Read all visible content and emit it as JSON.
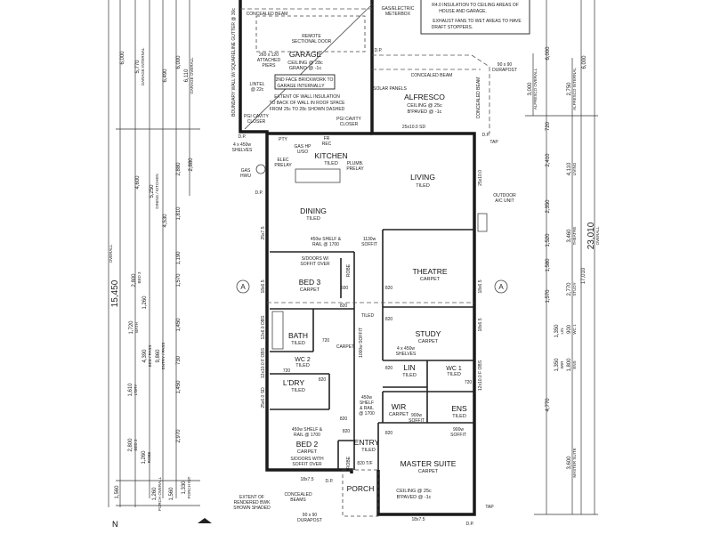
{
  "notes_box": {
    "lines": [
      "R4.0 INSULATION TO CEILING AREAS OF",
      "HOUSE AND GARAGE.",
      "EXHAUST FANS TO WET AREAS TO HAVE",
      "DRAFT STOPPERS."
    ]
  },
  "rooms": {
    "garage": {
      "name": "GARAGE",
      "l1": "CEILING @ 28c",
      "l2": "GRANO @ -1c"
    },
    "alfresco": {
      "name": "ALFRESCO",
      "l1": "CEILING @ 25c",
      "l2": "B'PAVED @ -1c"
    },
    "kitchen": {
      "name": "KITCHEN",
      "l1": "TILED"
    },
    "living": {
      "name": "LIVING",
      "l1": "TILED"
    },
    "dining": {
      "name": "DINING",
      "l1": "TILED"
    },
    "bed3": {
      "name": "BED 3",
      "l1": "CARPET"
    },
    "theatre": {
      "name": "THEATRE",
      "l1": "CARPET"
    },
    "study": {
      "name": "STUDY",
      "l1": "CARPET"
    },
    "bath": {
      "name": "BATH",
      "l1": "TILED"
    },
    "wc2": {
      "name": "WC 2",
      "l1": "TILED"
    },
    "ldry": {
      "name": "L'DRY",
      "l1": "TILED"
    },
    "lin": {
      "name": "LIN",
      "l1": "TILED"
    },
    "wc1": {
      "name": "WC 1",
      "l1": "TILED"
    },
    "wir": {
      "name": "WIR",
      "l1": "CARPET"
    },
    "ens": {
      "name": "ENS",
      "l1": "TILED"
    },
    "bed2": {
      "name": "BED 2",
      "l1": "CARPET"
    },
    "entry": {
      "name": "ENTRY",
      "l1": "TILED"
    },
    "master": {
      "name": "MASTER SUITE",
      "l1": "CARPET",
      "l2": "CEILING @ 25c",
      "l3": "B'PAVED @ -1c"
    },
    "porch": {
      "name": "PORCH"
    }
  },
  "annotations": {
    "concealed_beam": "CONCEALED BEAM",
    "gas_meter": [
      "GAS/ELECTRIC",
      "METERBOX"
    ],
    "remote_door": [
      "REMOTE",
      "SECTIONAL DOOR"
    ],
    "piers": [
      "260 x 120",
      "ATTACHED",
      "PIERS"
    ],
    "second_face": [
      "2ND FACE BRICKWORK TO",
      "GARAGE INTERNALLY"
    ],
    "lintel": [
      "LINTEL",
      "@ 22c"
    ],
    "insulation": [
      "EXTENT OF WALL INSULATION",
      "TO BACK OF WALL IN ROOF SPACE",
      "FROM 25c TO 28c SHOWN DASHED"
    ],
    "pgi_left": [
      "PGI CAVITY",
      "CLOSER"
    ],
    "pgi_right": [
      "PGI CAVITY",
      "CLOSER"
    ],
    "boundary_wall": "BOUNDARY WALL W/ SQUARELINE GUTTER @ 30c",
    "solar": "SOLAR PANELS",
    "durapost_top": [
      "90 x 90",
      "DURAPOST"
    ],
    "concealed_beam_v": "CONCEALED BEAM",
    "window_alfresco": "25x10.0 SD",
    "dp": "D.P.",
    "tap": "TAP",
    "shelves": [
      "4 x 450w",
      "SHELVES"
    ],
    "pty": "PTY",
    "fr_rec": [
      "FR",
      "REC"
    ],
    "gas_hp": [
      "GAS HP",
      "U/SO"
    ],
    "elec_prelay": [
      "ELEC",
      "PRELAY"
    ],
    "plumb_prelay": [
      "PLUMB.",
      "PRELAY"
    ],
    "gas_hwu": [
      "GAS",
      "HWU"
    ],
    "outdoor_ac": [
      "OUTDOOR",
      "A/C UNIT"
    ],
    "shelf_rail_bed3": [
      "450w SHELF &",
      "RAIL @ 1700"
    ],
    "soffit_1130": [
      "1130w",
      "SOFFIT"
    ],
    "sdoors_bed3": [
      "S/DOORS W/",
      "SOFFIT OVER"
    ],
    "robe": "ROBE",
    "section_a": "A",
    "tiled": "TILED",
    "carpet": "CARPET",
    "soffit_1000": "1000w SOFFIT",
    "shelves_lin": [
      "4 x 450w",
      "SHELVES"
    ],
    "shelf_rail_entry": [
      "450w",
      "SHELF",
      "& RAIL",
      "@ 1700"
    ],
    "soffit_900": [
      "900w",
      "SOFFIT"
    ],
    "shelf_rail_bed2": [
      "450w SHELF &",
      "RAIL @ 1700"
    ],
    "sdoors_bed2": [
      "S/DOORS WITH",
      "SOFFIT OVER"
    ],
    "extent_bwk": [
      "EXTENT OF",
      "RENDERED BWK",
      "SHOWN SHADED"
    ],
    "concealed_beams": [
      "CONCEALED",
      "BEAMS"
    ],
    "durapost_bottom": [
      "90 x 90",
      "DURAPOST"
    ],
    "north": "N",
    "windows": {
      "w1": "25x7.5",
      "w2": "18x6.5",
      "w3": "18x6.5",
      "w4": "25x10.0",
      "w5": "18x6.5",
      "w6": "18x7.5",
      "w7": "18x7.5",
      "w8": "25x6.0 SD",
      "w9": "12x6.0 OBS",
      "w10": "12x10.0 F OBS",
      "w11": "12x10.0 F OBS"
    },
    "door_sizes": {
      "d1": "820",
      "d2": "820",
      "d3": "820",
      "d4": "720",
      "d5": "720",
      "d6": "820",
      "d7": "820",
      "d8": "820",
      "d9": "820",
      "d10": "720",
      "d11": "600",
      "d12": "820",
      "d13": "820 T/F"
    }
  },
  "dimensions": {
    "left": {
      "overall_garage": "6,000",
      "garage_internal": "5,770",
      "garage_internal_label": "GARAGE INTERNAL",
      "d6490": "6,490",
      "d6000b": "6,000",
      "garage_overall": "6,110",
      "garage_overall_label": "GARAGE OVERALL",
      "d4600": "4,600",
      "dining_kitchen": "5,250",
      "dining_kitchen_label": "DINING / KITCHEN",
      "d4530": "4,530",
      "d2880a": "2,880",
      "d2880b": "2,880",
      "d1810": "1,810",
      "d1190": "1,190",
      "overall_label": "OVERALL",
      "d15450": "15,450",
      "bed3": "2,800",
      "bed3_label": "BED 3",
      "robe1": "1,260",
      "d1570": "1,570",
      "bath": "1,720",
      "bath_label": "BATH",
      "bed_pass": "4,390",
      "bed_pass_label": "BED / PASS",
      "entry_pass": "9,860",
      "entry_pass_label": "ENTRY / PASS",
      "d1450a": "1,450",
      "d730": "730",
      "ldry": "1,610",
      "ldry_label": "L'DRY",
      "d1450b": "1,450",
      "bed2": "2,800",
      "bed2_label": "BED 2",
      "robe2": "1,260",
      "robe2_label": "ROBE",
      "d2970": "2,970",
      "d1560a": "1,560",
      "porch_overall": "1,260",
      "porch_overall_label": "PORCH OVERALL",
      "d1560b": "1,560",
      "porch_int": "1,330",
      "porch_int_label": "PORCH INT"
    },
    "right": {
      "d6000a": "6,000",
      "alfresco_overall": "3,000",
      "alfresco_overall_label": "ALFRESCO OVERALL",
      "alfresco_internal": "2,750",
      "alfresco_internal_label": "ALFRESCO INTERNAL",
      "d6000b": "6,000",
      "d720": "720",
      "d2410": "2,410",
      "d2350": "2,350",
      "d1520": "1,520",
      "d1580": "1,580",
      "d1570": "1,570",
      "d4770": "4,770",
      "living": "4,110",
      "living_label": "LIVING",
      "theatre": "3,460",
      "theatre_label": "THEATRE",
      "study": "2,770",
      "study_label": "STUDY",
      "lin": "1,350",
      "lin_label": "LIN",
      "wc1": "900",
      "wc1_label": "WC 1",
      "wir": "1,350",
      "wir_label": "WIR",
      "ens": "1,800",
      "ens_label": "ENS",
      "master": "3,600",
      "master_label": "MASTER SUITE",
      "overall": "23,010",
      "overall_label": "OVERALL",
      "d17010": "17,010"
    }
  }
}
